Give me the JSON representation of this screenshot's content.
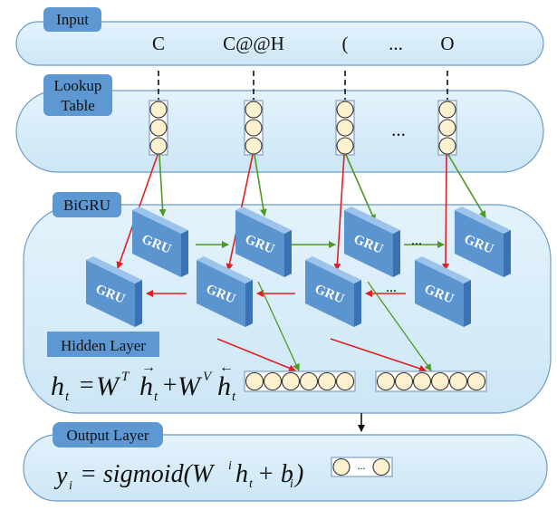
{
  "diagram": {
    "title": "BiGRU architecture",
    "panels": {
      "input": {
        "label": "Input"
      },
      "lookup": {
        "label_line1": "Lookup",
        "label_line2": "Table"
      },
      "bigru": {
        "label": "BiGRU"
      },
      "hidden": {
        "label": "Hidden Layer"
      },
      "output": {
        "label": "Output Layer"
      }
    },
    "input_tokens": [
      "C",
      "C@@H",
      "(",
      "...",
      "O"
    ],
    "lookup_ellipsis": "...",
    "gru_label": "GRU",
    "gru_forward_count": 4,
    "gru_backward_count": 4,
    "forward_ellipsis": "...",
    "backward_ellipsis": "...",
    "hidden_formula": {
      "lhs": "h",
      "lhs_sub": "t",
      "eq": "=",
      "w1": "W",
      "w1_sup": "T",
      "h1": "h",
      "h1_sub": "t",
      "h1_arrow": "→",
      "plus": "+",
      "w2": "W",
      "w2_sup": "V",
      "h2": "h",
      "h2_sub": "t",
      "h2_arrow": "←"
    },
    "hidden_vector_units": 6,
    "hidden_vector_count": 2,
    "output_formula": {
      "y": "y",
      "y_sub": "i",
      "rest": "= sigmoid(W",
      "w_sup": "i",
      "h": "h",
      "h_sub": "t",
      "plus_b": "+ b",
      "b_sub": "i",
      "close": ")"
    },
    "output_ellipsis": "...",
    "colors": {
      "panel_fill": "#d6ecf8",
      "panel_stroke": "#5b8fc0",
      "tag_fill": "#5e98d2",
      "gru_front": "#5b95d0",
      "gru_top": "#9cc4ea",
      "gru_side": "#3a72b3",
      "unit_fill": "#fdf1d0",
      "forward_arrow": "#4e9a22",
      "backward_arrow": "#e02020"
    }
  }
}
